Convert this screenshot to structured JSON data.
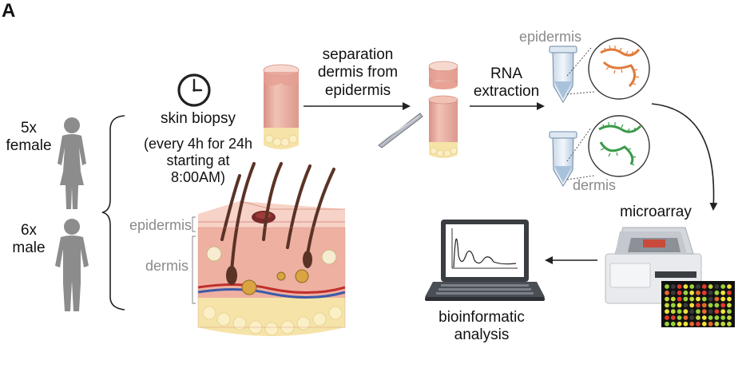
{
  "panel_label": "A",
  "subjects": {
    "female": "5x\nfemale",
    "male": "6x\nmale"
  },
  "biopsy": {
    "title": "skin biopsy",
    "schedule": "(every 4h for 24h\nstarting at\n8:00AM)"
  },
  "skin_layers": {
    "epidermis": "epidermis",
    "dermis": "dermis"
  },
  "steps": {
    "separation": "separation\ndermis from\nepidermis",
    "rna": "RNA\nextraction",
    "microarray": "microarray",
    "bioinformatic": "bioinformatic\nanalysis"
  },
  "tube_labels": {
    "epidermis": "epidermis",
    "dermis": "dermis"
  },
  "colors": {
    "epidermis_rna": "#e07a3a",
    "dermis_rna": "#3a9a4a",
    "figure_grey": "#8c8c8c",
    "skin_pink": "#e9a79a",
    "fat_yellow": "#f5e3a8",
    "hair_brown": "#5a3326"
  },
  "icons": [
    "clock-icon",
    "female-figure-icon",
    "male-figure-icon",
    "skin-cross-section-icon",
    "tweezers-icon",
    "tube-icon",
    "laptop-icon",
    "microarray-scanner-icon",
    "chip-icon"
  ]
}
